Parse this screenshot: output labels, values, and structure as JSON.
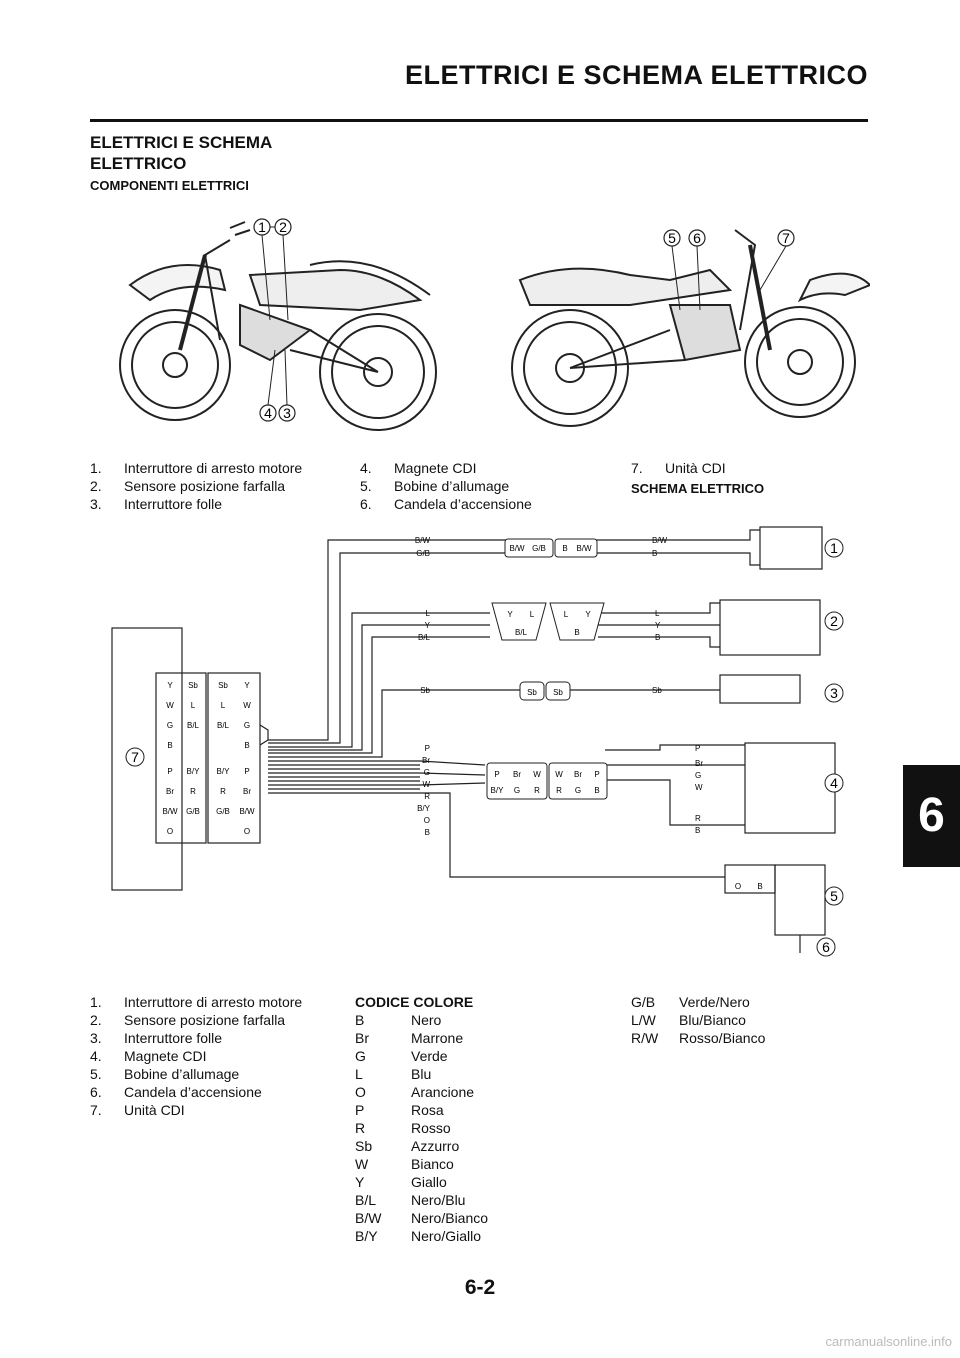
{
  "header": {
    "title": "ELETTRICI E SCHEMA ELETTRICO"
  },
  "section": {
    "title_line1": "ELETTRICI E SCHEMA",
    "title_line2": "ELETTRICO",
    "subtitle": "COMPONENTI ELETTRICI"
  },
  "components_list": {
    "col1": [
      {
        "n": "1.",
        "label": "Interruttore di arresto motore"
      },
      {
        "n": "2.",
        "label": "Sensore posizione farfalla"
      },
      {
        "n": "3.",
        "label": "Interruttore folle"
      }
    ],
    "col2": [
      {
        "n": "4.",
        "label": "Magnete CDI"
      },
      {
        "n": "5.",
        "label": "Bobine d’allumage"
      },
      {
        "n": "6.",
        "label": "Candela d’accensione"
      }
    ],
    "col3": [
      {
        "n": "7.",
        "label": "Unità CDI"
      }
    ]
  },
  "schema_title": "SCHEMA ELETTRICO",
  "moto_callouts": [
    "1",
    "2",
    "3",
    "4",
    "5",
    "6",
    "7"
  ],
  "wiring": {
    "callouts": [
      "1",
      "2",
      "3",
      "4",
      "5",
      "6",
      "7"
    ],
    "cdi_left_rows": [
      [
        "Y",
        "Sb"
      ],
      [
        "W",
        "L"
      ],
      [
        "G",
        "B/L"
      ],
      [
        "B",
        ""
      ],
      [
        "P",
        "B/Y"
      ],
      [
        "Br",
        "R"
      ],
      [
        "B/W",
        "G/B"
      ],
      [
        "O",
        ""
      ]
    ],
    "cdi_right_rows": [
      [
        "Sb",
        "Y"
      ],
      [
        "L",
        "W"
      ],
      [
        "B/L",
        "G"
      ],
      [
        "",
        "B"
      ],
      [
        "B/Y",
        "P"
      ],
      [
        "R",
        "Br"
      ],
      [
        "G/B",
        "B/W"
      ],
      [
        "",
        "O"
      ]
    ],
    "wire_group1_left": [
      "B/W",
      "G/B"
    ],
    "wire_group1_right": [
      "B/W",
      "B"
    ],
    "conn1_a": [
      "B/W",
      "G/B"
    ],
    "conn1_b": [
      "B",
      "B/W"
    ],
    "wire_group2_left": [
      "L",
      "Y",
      "B/L"
    ],
    "wire_group2_right": [
      "L",
      "Y",
      "B"
    ],
    "conn2_a": [
      "Y",
      "L",
      "B/L"
    ],
    "conn2_b": [
      "L",
      "Y",
      "B"
    ],
    "wire_group3_left": "Sb",
    "wire_group3_right": "Sb",
    "conn3": [
      "Sb",
      "Sb"
    ],
    "wire_group4_left": [
      "P",
      "Br",
      "G",
      "W",
      "R",
      "B/Y",
      "O",
      "B"
    ],
    "wire_group4_right": [
      "P",
      "Br",
      "G",
      "W"
    ],
    "wire_group4_right2": [
      "R",
      "B"
    ],
    "conn4_a_top": [
      "P",
      "Br",
      "W"
    ],
    "conn4_a_bot": [
      "B/Y",
      "G",
      "R"
    ],
    "conn4_b_top": [
      "W",
      "Br",
      "P"
    ],
    "conn4_b_bot": [
      "R",
      "G",
      "B"
    ],
    "conn5": [
      "O",
      "B"
    ]
  },
  "legend_list": [
    {
      "n": "1.",
      "label": "Interruttore di arresto motore"
    },
    {
      "n": "2.",
      "label": "Sensore posizione farfalla"
    },
    {
      "n": "3.",
      "label": "Interruttore folle"
    },
    {
      "n": "4.",
      "label": "Magnete CDI"
    },
    {
      "n": "5.",
      "label": "Bobine d’allumage"
    },
    {
      "n": "6.",
      "label": "Candela d’accensione"
    },
    {
      "n": "7.",
      "label": "Unità CDI"
    }
  ],
  "color_code": {
    "heading": "CODICE COLORE",
    "col1": [
      {
        "code": "B",
        "name": "Nero"
      },
      {
        "code": "Br",
        "name": "Marrone"
      },
      {
        "code": "G",
        "name": "Verde"
      },
      {
        "code": "L",
        "name": "Blu"
      },
      {
        "code": "O",
        "name": "Arancione"
      },
      {
        "code": "P",
        "name": "Rosa"
      },
      {
        "code": "R",
        "name": "Rosso"
      },
      {
        "code": "Sb",
        "name": "Azzurro"
      },
      {
        "code": "W",
        "name": "Bianco"
      },
      {
        "code": "Y",
        "name": "Giallo"
      },
      {
        "code": "B/L",
        "name": "Nero/Blu"
      },
      {
        "code": "B/W",
        "name": "Nero/Bianco"
      },
      {
        "code": "B/Y",
        "name": "Nero/Giallo"
      }
    ],
    "col2": [
      {
        "code": "G/B",
        "name": "Verde/Nero"
      },
      {
        "code": "L/W",
        "name": "Blu/Bianco"
      },
      {
        "code": "R/W",
        "name": "Rosso/Bianco"
      }
    ]
  },
  "chapter_tab": "6",
  "page_number": "6-2",
  "watermark": "carmanualsonline.info"
}
